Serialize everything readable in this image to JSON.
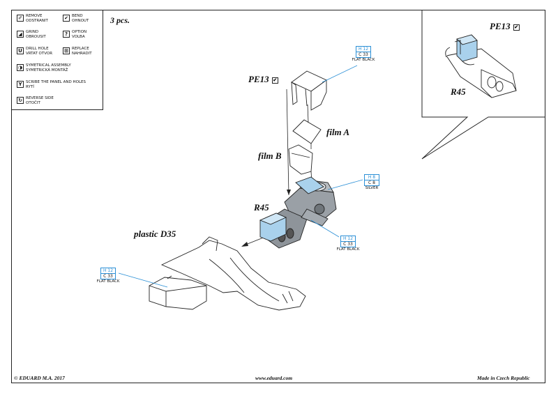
{
  "legend": {
    "items": [
      {
        "icon": "remove-icon",
        "glyph": "✐",
        "lines": [
          "REMOVE",
          "ODSTRANIT"
        ]
      },
      {
        "icon": "bend-icon",
        "glyph": "✔",
        "lines": [
          "BEND",
          "OHNOUT"
        ]
      },
      {
        "icon": "grind-icon",
        "glyph": "◢",
        "lines": [
          "GRIND",
          "OBROUSIT"
        ]
      },
      {
        "icon": "option-icon",
        "glyph": "?",
        "lines": [
          "OPTION",
          "VOLBA"
        ]
      },
      {
        "icon": "drill-hole-icon",
        "glyph": "U",
        "lines": [
          "DRILL HOLE",
          "VRTAT OTVOR"
        ]
      },
      {
        "icon": "replace-icon",
        "glyph": "⊞",
        "lines": [
          "REPLACE",
          "NAHRADIT"
        ]
      },
      {
        "icon": "symmetrical-assembly-icon",
        "glyph": "◑",
        "lines": [
          "SYMETRICAL ASSEMBLY",
          "SYMETRICKÁ MONTÁŽ"
        ]
      },
      {
        "icon": "scribe-icon",
        "glyph": "Y",
        "lines": [
          "SCRIBE THE PANEL AND HOLES",
          "RYTÍ"
        ]
      },
      {
        "icon": "reverse-side-icon",
        "glyph": "↻",
        "lines": [
          "REVERSE SIDE",
          "OTOČIT"
        ]
      }
    ]
  },
  "quantity": "3 pcs.",
  "labels": {
    "pe13_main": "PE13",
    "pe13_inset": "PE13",
    "film_a": "film A",
    "film_b": "film B",
    "r45_main": "R45",
    "r45_inset": "R45",
    "plastic": "plastic D35"
  },
  "paint_codes": {
    "top": {
      "h": "H 12",
      "c": "C 33",
      "name": "FLAT BLACK"
    },
    "silver": {
      "h": "H 8",
      "c": "C 8",
      "name": "SILVER"
    },
    "mid": {
      "h": "H 12",
      "c": "C 33",
      "name": "FLAT BLACK"
    },
    "left": {
      "h": "H 12",
      "c": "C 33",
      "name": "FLAT BLACK"
    }
  },
  "footer": {
    "left": "© EDUARD  M.A. 2017",
    "center": "www.eduard.com",
    "right": "Made in Czech Republic"
  },
  "colors": {
    "part_highlight": "#a9d1ec",
    "paint_code": "#2a8fd6",
    "line": "#222222"
  }
}
